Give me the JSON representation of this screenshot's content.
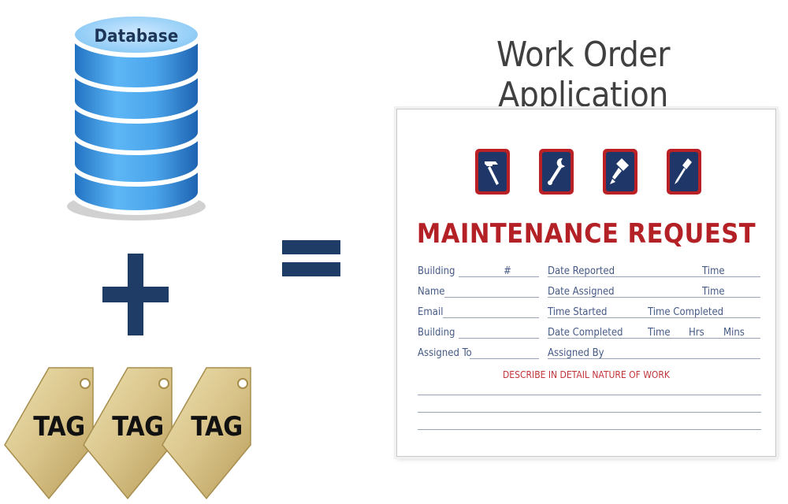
{
  "database": {
    "label": "Database"
  },
  "tags": {
    "labels": [
      "TAG",
      "TAG",
      "TAG"
    ]
  },
  "title": "Work Order Application",
  "form": {
    "heading": "MAINTENANCE REQUEST",
    "tool_icons": [
      "hammer-icon",
      "wrench-icon",
      "paintbrush-icon",
      "screwdriver-icon"
    ],
    "row1": {
      "building": "Building",
      "number": "#",
      "date_reported": "Date Reported",
      "time": "Time"
    },
    "row2": {
      "name": "Name",
      "date_assigned": "Date Assigned",
      "time": "Time"
    },
    "row3": {
      "email": "Email",
      "time_started": "Time Started",
      "time_completed": "Time Completed"
    },
    "row4": {
      "building": "Building",
      "date_completed": "Date Completed",
      "time": "Time",
      "hrs": "Hrs",
      "mins": "Mins"
    },
    "row5": {
      "assigned_to": "Assigned To",
      "assigned_by": "Assigned By"
    },
    "describe": "DESCRIBE IN DETAIL NATURE OF WORK"
  },
  "colors": {
    "navy": "#1f3c66",
    "brand_red": "#b32025",
    "db_blue": "#4da8e8",
    "tag_gold": "#d6c187"
  }
}
